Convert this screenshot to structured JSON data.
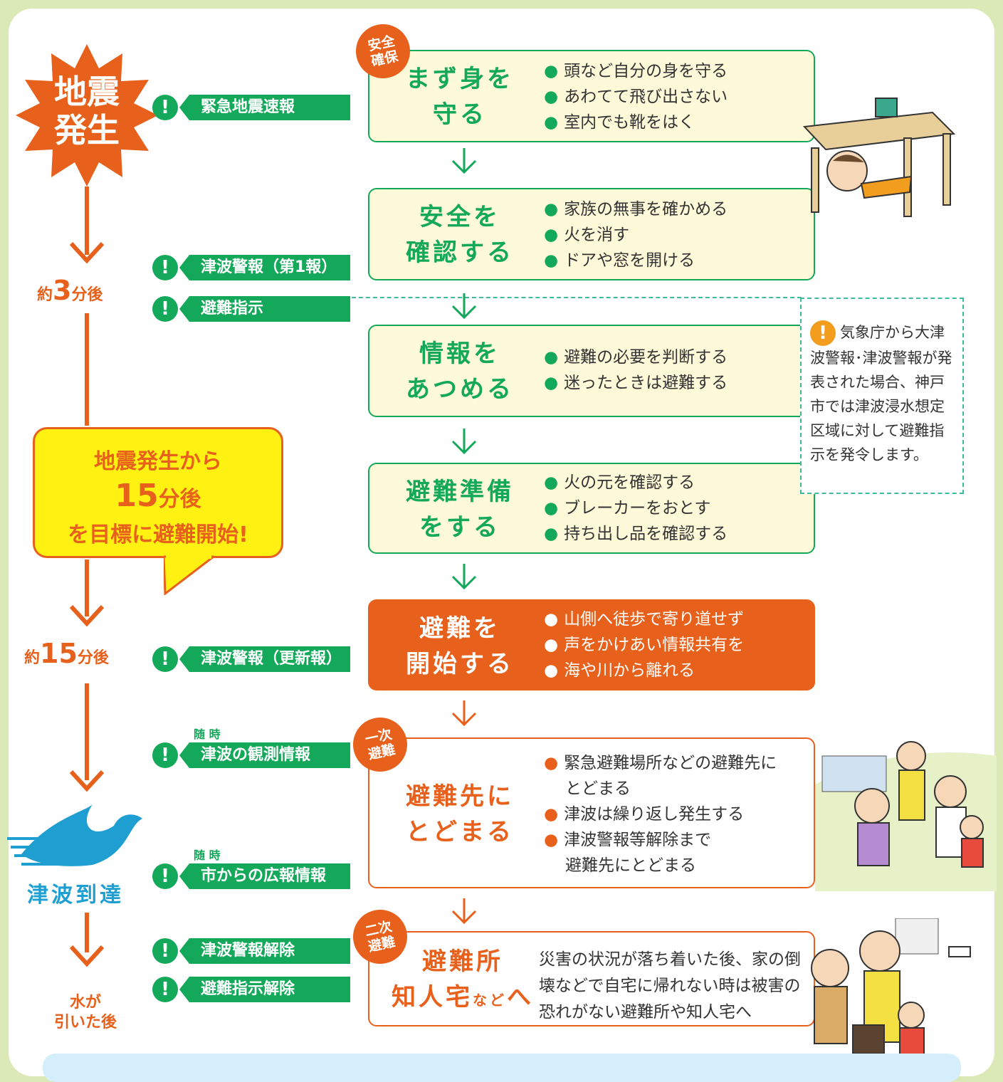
{
  "start": {
    "line1": "地震",
    "line2": "発生"
  },
  "times": [
    {
      "prefix": "約",
      "number": "3",
      "suffix": "分後"
    },
    {
      "prefix": "約",
      "number": "15",
      "suffix": "分後"
    }
  ],
  "tsunami_arrival": "津波到達",
  "water_receded": {
    "line1": "水が",
    "line2": "引いた後"
  },
  "alerts": [
    {
      "label": "緊急地震速報",
      "note": ""
    },
    {
      "label": "津波警報（第1報）",
      "note": ""
    },
    {
      "label": "避難指示",
      "note": ""
    },
    {
      "label": "津波警報（更新報）",
      "note": ""
    },
    {
      "label": "津波の観測情報",
      "note": "随 時"
    },
    {
      "label": "市からの広報情報",
      "note": "随 時"
    },
    {
      "label": "津波警報解除",
      "note": ""
    },
    {
      "label": "避難指示解除",
      "note": ""
    }
  ],
  "alert_icon": "exclamation-icon",
  "bubble": {
    "line1": "地震発生から",
    "number": "15",
    "unit": "分後",
    "line3": "を目標に避難開始!"
  },
  "steps": [
    {
      "badge": "安全確保",
      "title1": "まず身を",
      "title2": "守る",
      "items": [
        "頭など自分の身を守る",
        "あわてて飛び出さない",
        "室内でも靴をはく"
      ]
    },
    {
      "badge": "",
      "title1": "安全を",
      "title2": "確認する",
      "items": [
        "家族の無事を確かめる",
        "火を消す",
        "ドアや窓を開ける"
      ]
    },
    {
      "badge": "",
      "title1": "情報を",
      "title2": "あつめる",
      "items": [
        "避難の必要を判断する",
        "迷ったときは避難する"
      ]
    },
    {
      "badge": "",
      "title1": "避難準備",
      "title2": "をする",
      "items": [
        "火の元を確認する",
        "ブレーカーをおとす",
        "持ち出し品を確認する"
      ]
    },
    {
      "badge": "",
      "title1": "避難を",
      "title2": "開始する",
      "items": [
        "山側へ徒歩で寄り道せず",
        "声をかけあい情報共有を",
        "海や川から離れる"
      ]
    },
    {
      "badge": "一次避難",
      "title1": "避難先に",
      "title2": "とどまる",
      "items": [
        "緊急避難場所などの避難先に",
        "とどまる",
        "津波は繰り返し発生する",
        "津波警報等解除まで",
        "避難先にとどまる"
      ]
    },
    {
      "badge": "二次避難",
      "title1": "避難所",
      "title2": "知人宅",
      "title2_small": "など",
      "title2_end": "へ",
      "text": "災害の状況が落ち着いた後、家の倒壊などで自宅に帰れない時は被害の恐れがない避難所や知人宅へ"
    }
  ],
  "info_note": "気象庁から大津波警報･津波警報が発表された場合、神戸市では津波浸水想定区域に対して避難指示を発令します。",
  "colors": {
    "orange": "#e8611c",
    "green": "#14a85a",
    "cream": "#fef9d8",
    "yellow": "#fff212",
    "blue": "#1f9fd1"
  }
}
